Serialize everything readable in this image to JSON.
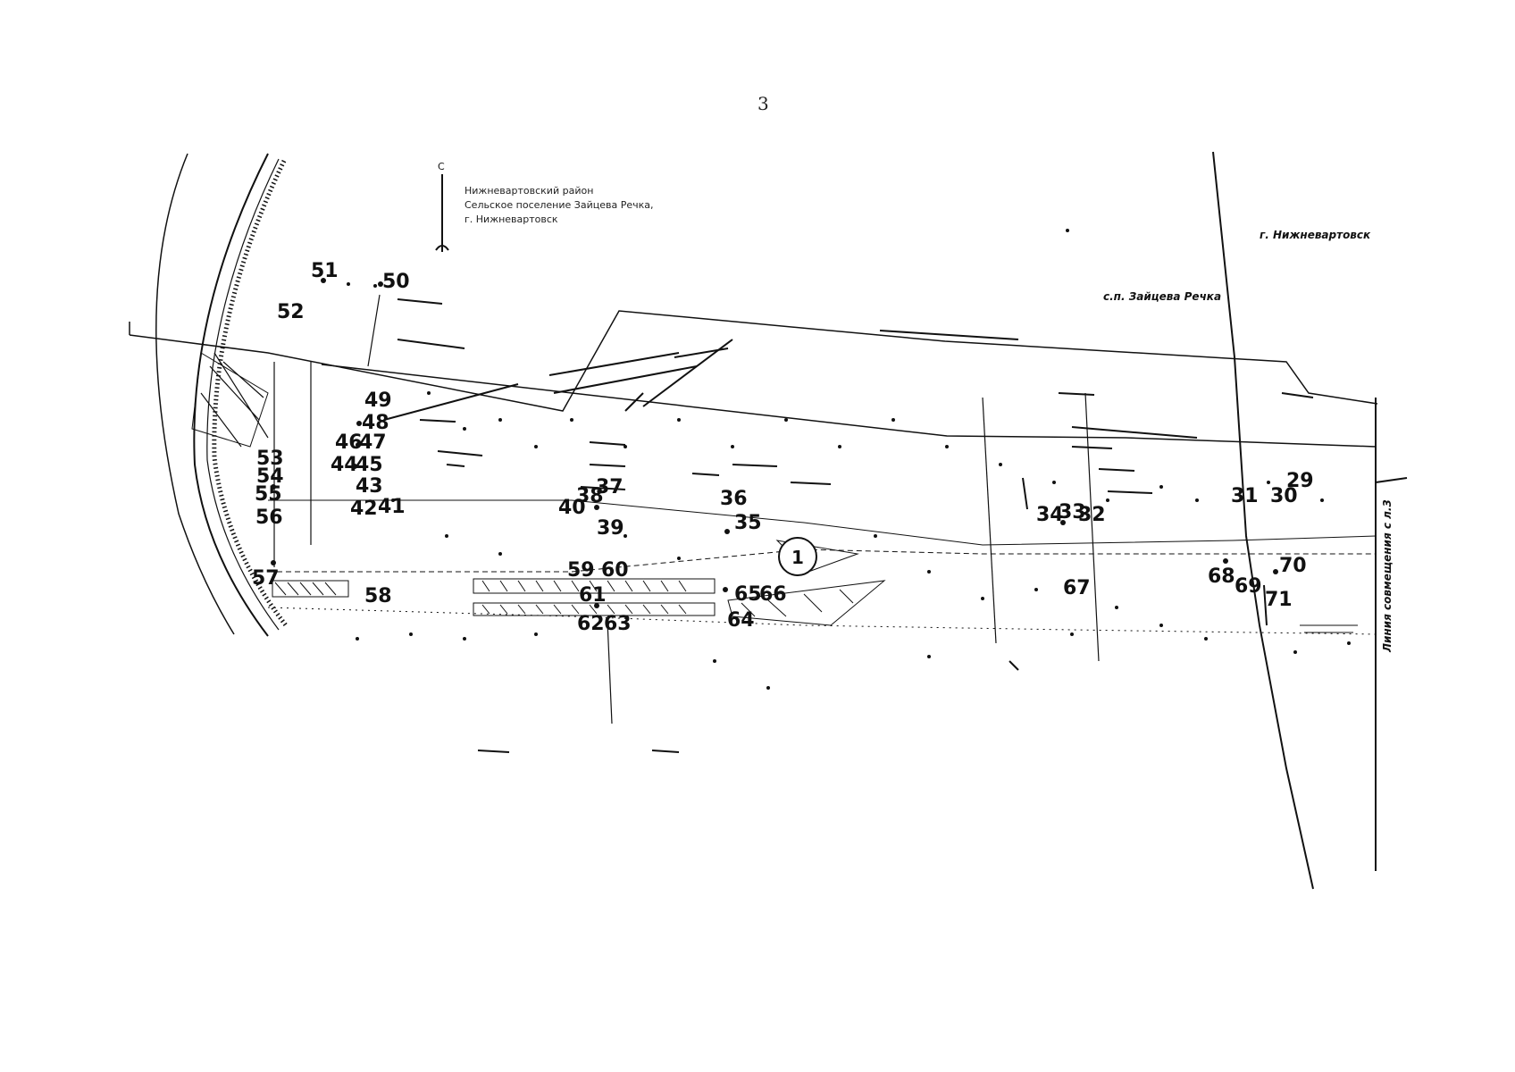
{
  "page_number": "3",
  "legend": {
    "north_letter": "С",
    "lines": [
      "Нижневартовский район",
      "Сельское поселение Зайцева Речка,",
      "г. Нижневартовск"
    ]
  },
  "boundary_labels": {
    "city": "г. Нижневартовск",
    "settlement": "с.п. Зайцева Речка",
    "alignment_line": "Линия совмещения с л.3"
  },
  "zone_number": "1",
  "points": [
    {
      "label": "51"
    },
    {
      "label": "50"
    },
    {
      "label": "52"
    },
    {
      "label": "49"
    },
    {
      "label": "48"
    },
    {
      "label": "47"
    },
    {
      "label": "46"
    },
    {
      "label": "45"
    },
    {
      "label": "44"
    },
    {
      "label": "43"
    },
    {
      "label": "42"
    },
    {
      "label": "41"
    },
    {
      "label": "53"
    },
    {
      "label": "54"
    },
    {
      "label": "55"
    },
    {
      "label": "56"
    },
    {
      "label": "57"
    },
    {
      "label": "58"
    },
    {
      "label": "40"
    },
    {
      "label": "38"
    },
    {
      "label": "37"
    },
    {
      "label": "39"
    },
    {
      "label": "36"
    },
    {
      "label": "35"
    },
    {
      "label": "59"
    },
    {
      "label": "60"
    },
    {
      "label": "61"
    },
    {
      "label": "62"
    },
    {
      "label": "63"
    },
    {
      "label": "65"
    },
    {
      "label": "66"
    },
    {
      "label": "64"
    },
    {
      "label": "34"
    },
    {
      "label": "33"
    },
    {
      "label": "32"
    },
    {
      "label": "67"
    },
    {
      "label": "31"
    },
    {
      "label": "30"
    },
    {
      "label": "29"
    },
    {
      "label": "68"
    },
    {
      "label": "69"
    },
    {
      "label": "70"
    },
    {
      "label": "71"
    }
  ],
  "colors": {
    "ink": "#111111",
    "paper": "#ffffff"
  }
}
